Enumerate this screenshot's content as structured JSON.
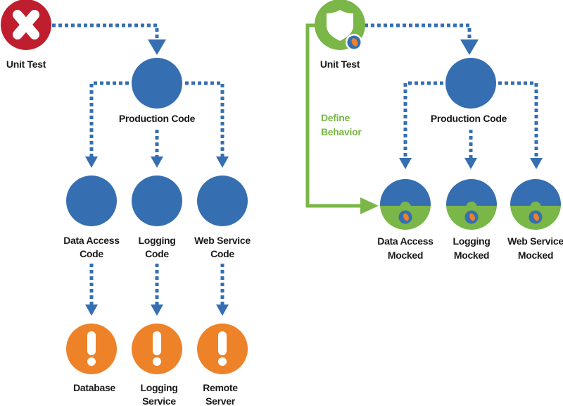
{
  "colors": {
    "blue": "#356fb1",
    "red": "#be1e2d",
    "green": "#7ab648",
    "orange": "#ee8229",
    "text": "#1a1a1a",
    "white": "#ffffff"
  },
  "left_panel": {
    "unit_test": {
      "label": "Unit Test",
      "icon": "x-icon",
      "status": "failed"
    },
    "production_code": {
      "label": "Production Code"
    },
    "dependencies": [
      {
        "label_lines": [
          "Data Access",
          "Code"
        ],
        "external": {
          "label_lines": [
            "Database"
          ]
        }
      },
      {
        "label_lines": [
          "Logging",
          "Code"
        ],
        "external": {
          "label_lines": [
            "Logging",
            "Service"
          ]
        }
      },
      {
        "label_lines": [
          "Web Service",
          "Code"
        ],
        "external": {
          "label_lines": [
            "Remote",
            "Server"
          ]
        }
      }
    ],
    "external_icon": "exclamation-icon"
  },
  "right_panel": {
    "unit_test": {
      "label": "Unit Test",
      "icon": "shield-icon",
      "badge": "mock-badge-icon"
    },
    "define_behavior": {
      "label_lines": [
        "Define",
        "Behavior"
      ]
    },
    "production_code": {
      "label": "Production Code"
    },
    "mocks": [
      {
        "label_lines": [
          "Data Access",
          "Mocked"
        ]
      },
      {
        "label_lines": [
          "Logging",
          "Mocked"
        ]
      },
      {
        "label_lines": [
          "Web Service",
          "Mocked"
        ]
      }
    ]
  }
}
